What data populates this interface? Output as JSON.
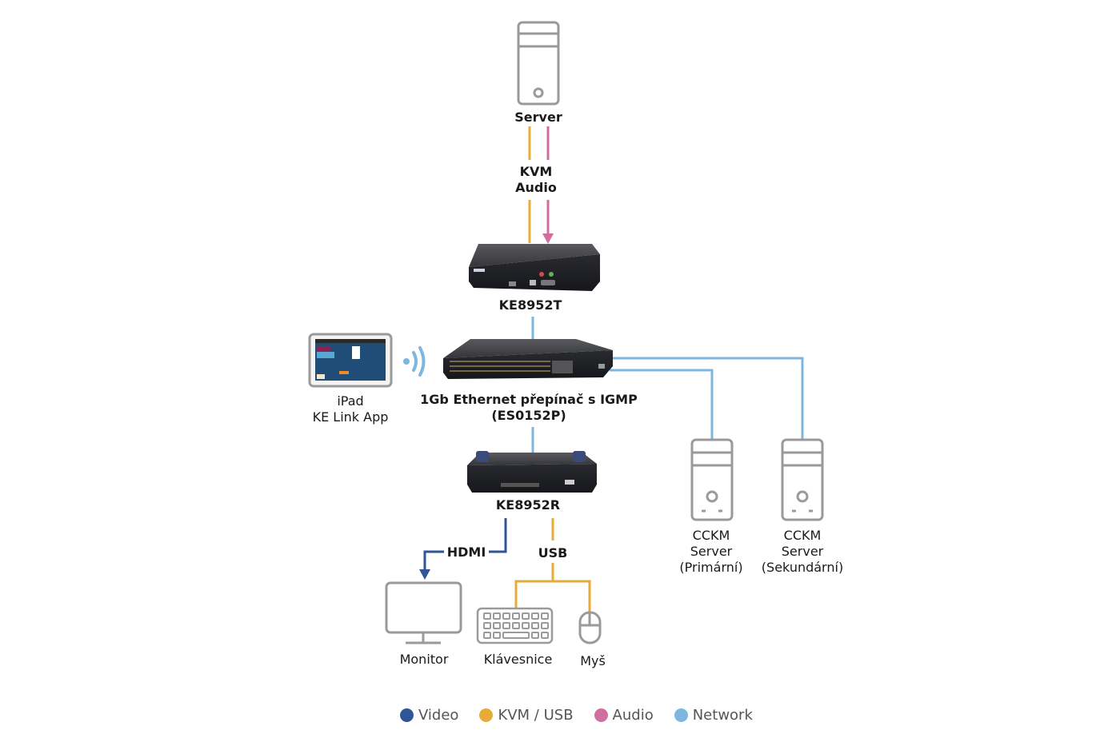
{
  "colors": {
    "video": "#2f5597",
    "kvm_usb": "#e6ac3a",
    "audio": "#d06e9e",
    "network": "#7db7e0",
    "device_outline": "#9a9a9a"
  },
  "nodes": {
    "server": {
      "label": "Server"
    },
    "server_link": {
      "line1": "KVM",
      "line2": "Audio"
    },
    "transmitter": {
      "label": "KE8952T"
    },
    "switch": {
      "line1": "1Gb Ethernet přepínač s IGMP",
      "line2": "(ES0152P)"
    },
    "ipad": {
      "line1": "iPad",
      "line2": "KE Link App"
    },
    "receiver": {
      "label": "KE8952R"
    },
    "hdmi_link": {
      "label": "HDMI"
    },
    "usb_link": {
      "label": "USB"
    },
    "monitor": {
      "label": "Monitor"
    },
    "keyboard": {
      "label": "Klávesnice"
    },
    "mouse": {
      "label": "Myš"
    },
    "cckm_primary": {
      "line1": "CCKM",
      "line2": "Server",
      "line3": "(Primární)"
    },
    "cckm_secondary": {
      "line1": "CCKM",
      "line2": "Server",
      "line3": "(Sekundární)"
    }
  },
  "legend": [
    {
      "label": "Video",
      "color": "#2f5597"
    },
    {
      "label": "KVM / USB",
      "color": "#e6ac3a"
    },
    {
      "label": "Audio",
      "color": "#d06e9e"
    },
    {
      "label": "Network",
      "color": "#7db7e0"
    }
  ]
}
